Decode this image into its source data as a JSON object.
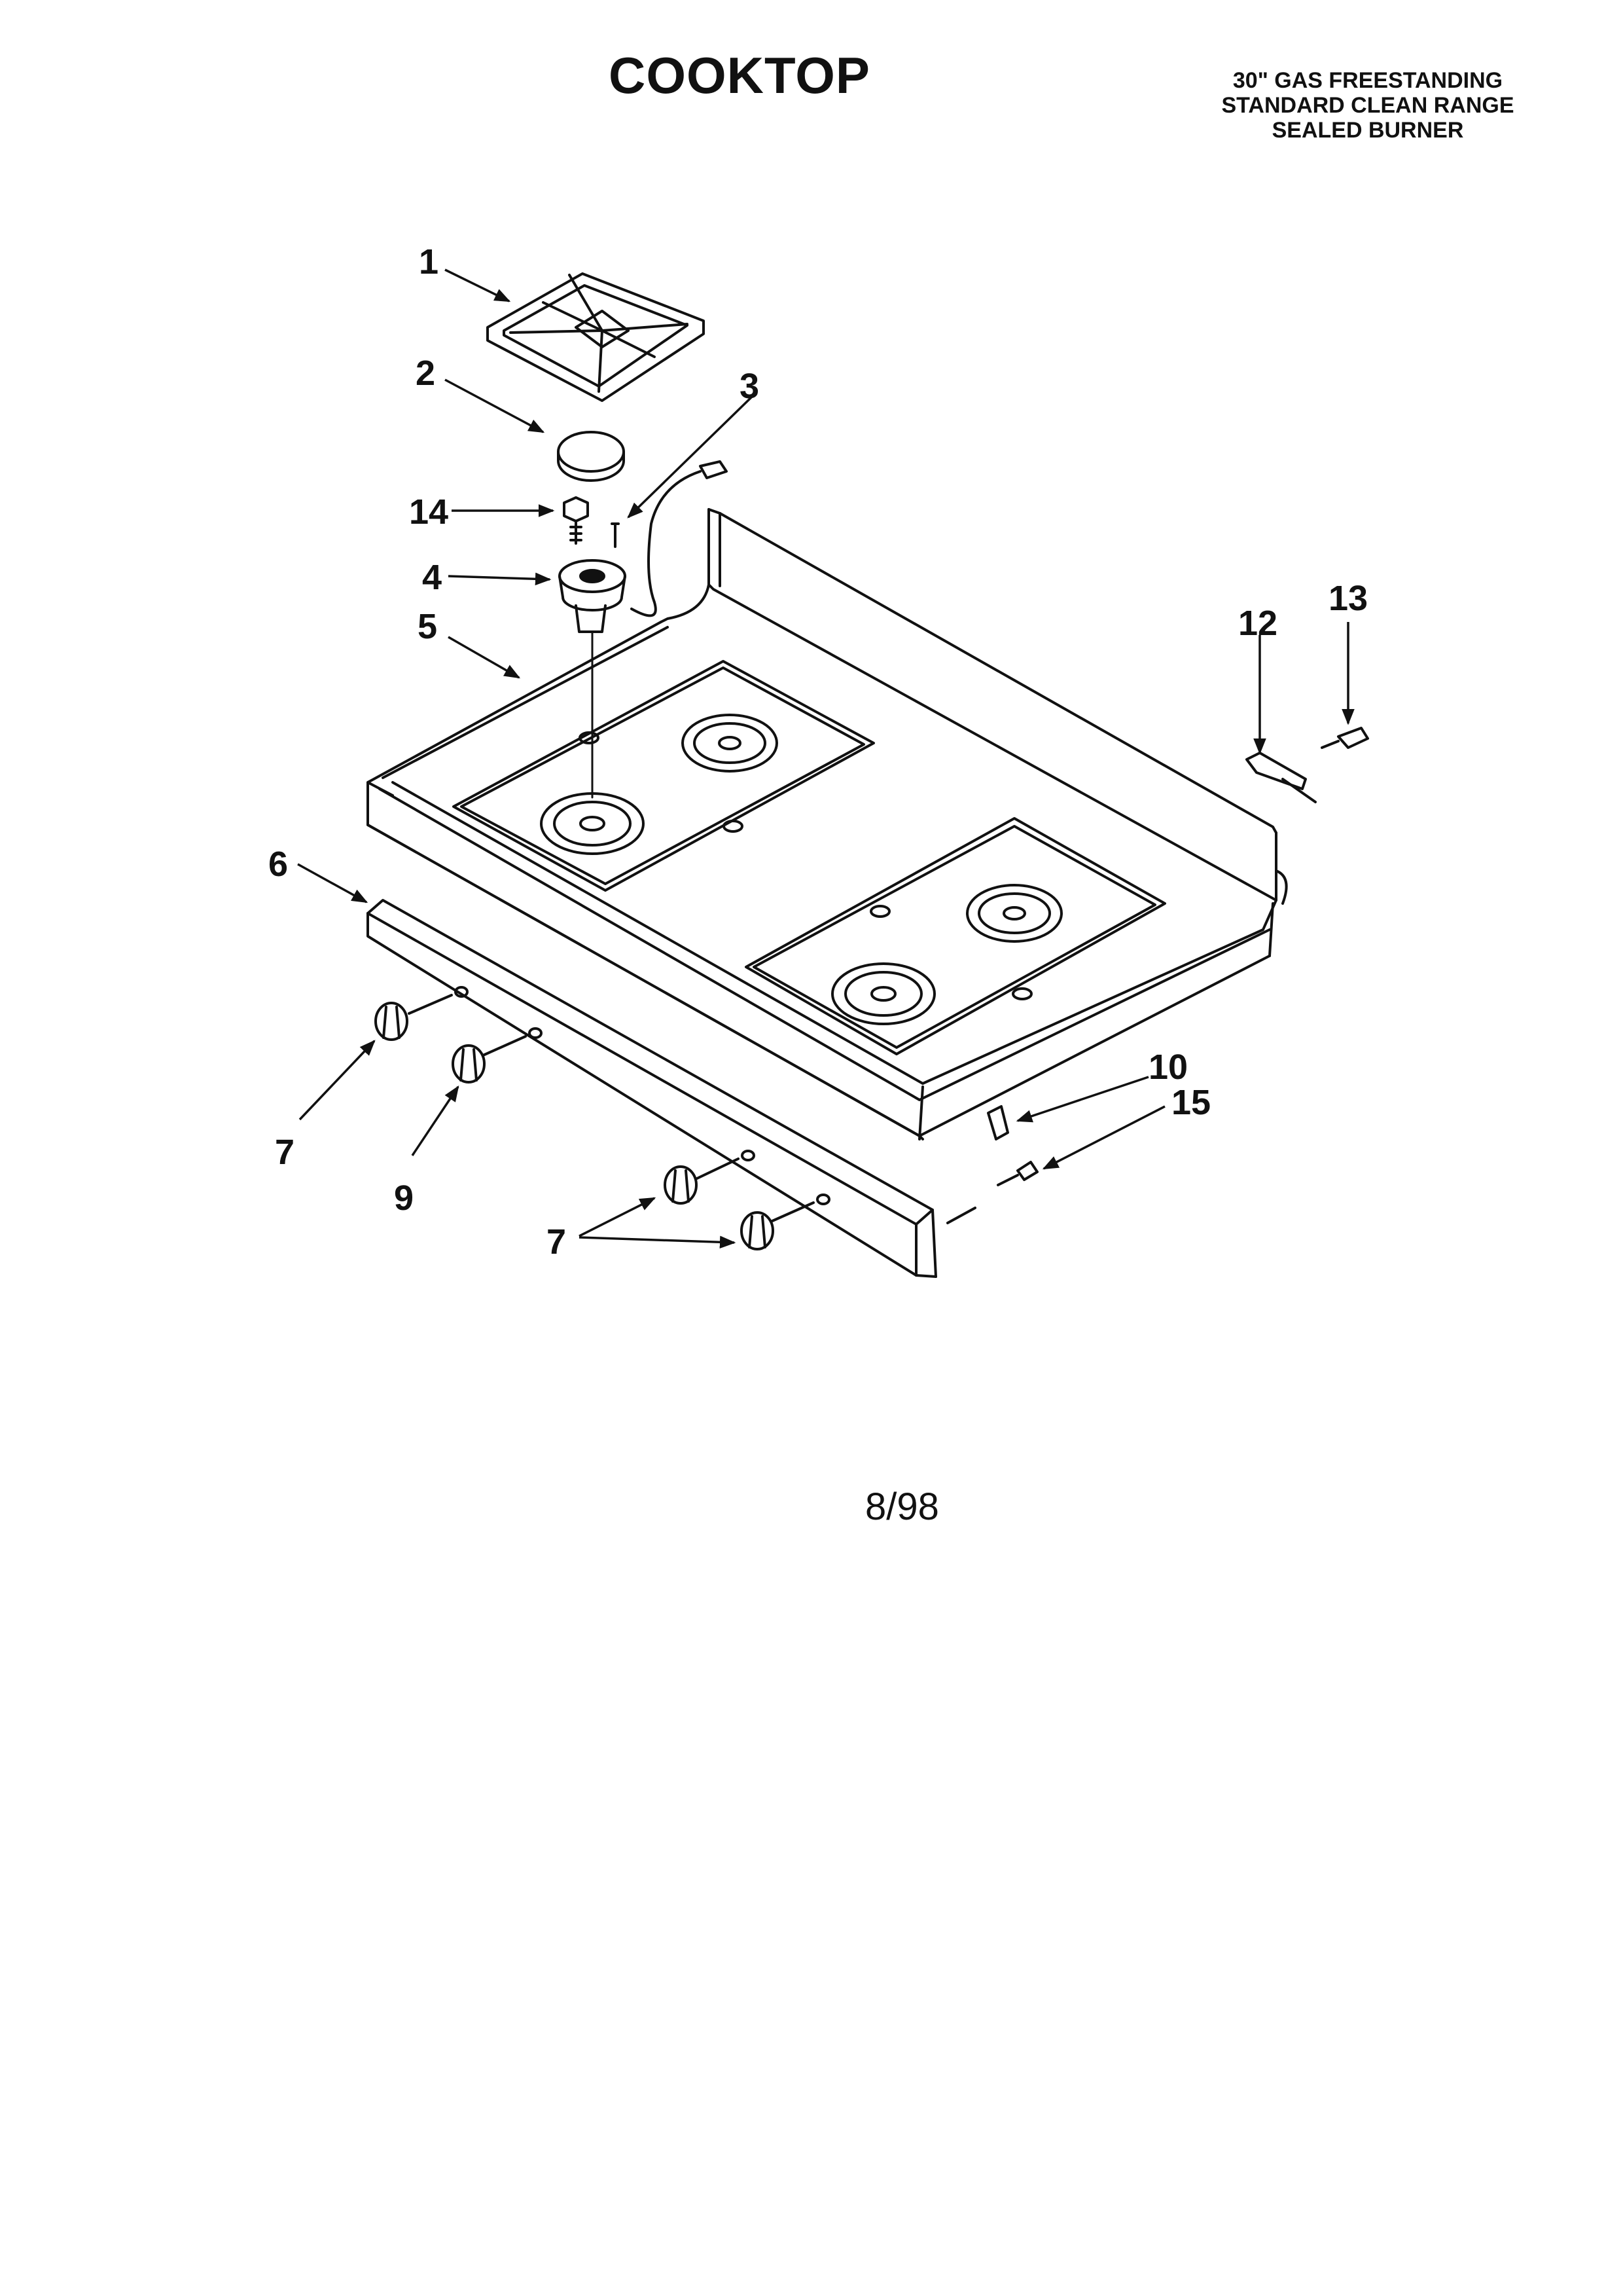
{
  "header": {
    "title": "COOKTOP",
    "subtitle_lines": [
      "30\" GAS FREESTANDING",
      "STANDARD CLEAN RANGE",
      "SEALED BURNER"
    ]
  },
  "callouts": {
    "c1": "1",
    "c2": "2",
    "c3": "3",
    "c4": "4",
    "c5": "5",
    "c6": "6",
    "c7a": "7",
    "c7b": "7",
    "c9": "9",
    "c10": "10",
    "c12": "12",
    "c13": "13",
    "c14": "14",
    "c15": "15"
  },
  "footer": {
    "date": "8/98"
  }
}
